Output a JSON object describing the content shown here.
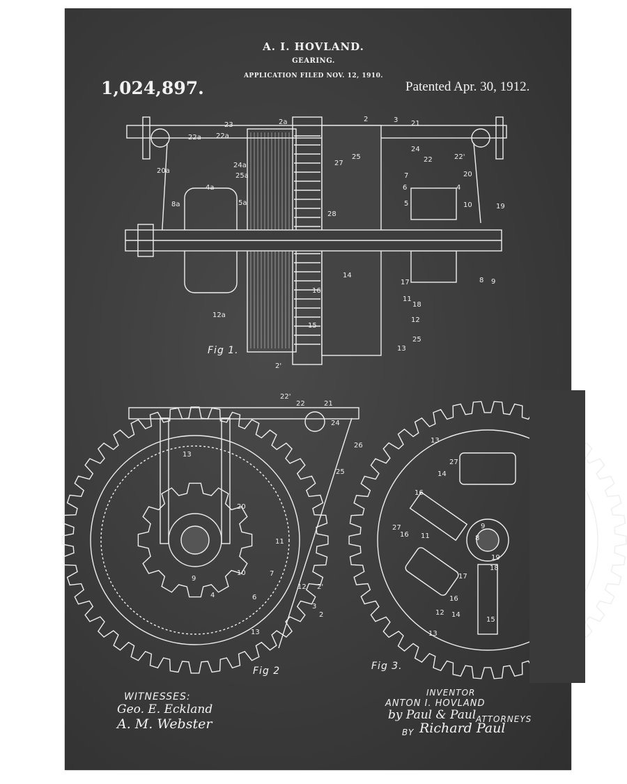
{
  "header": {
    "inventor_name": "A. I. HOVLAND.",
    "title": "GEARING.",
    "application_filed": "APPLICATION FILED NOV. 12, 1910.",
    "patent_number": "1,024,897.",
    "patented_date": "Patented Apr. 30, 1912."
  },
  "figures": {
    "fig1_label": "Fig 1.",
    "fig2_label": "Fig 2",
    "fig3_label": "Fig 3."
  },
  "part_labels": {
    "fig1": [
      "23",
      "2a",
      "2",
      "3",
      "21",
      "22a",
      "22a",
      "24a",
      "25a",
      "24",
      "22",
      "22'",
      "20a",
      "4a",
      "27",
      "25",
      "7",
      "6",
      "4",
      "20",
      "5a",
      "8a",
      "28",
      "5",
      "10",
      "19",
      "12a",
      "14",
      "17",
      "11",
      "16",
      "18",
      "15",
      "12",
      "13",
      "25",
      "2'",
      "8",
      "9"
    ],
    "fig2": [
      "22'",
      "22",
      "21",
      "24",
      "26",
      "13",
      "20",
      "25",
      "11",
      "10",
      "9",
      "4",
      "6",
      "7",
      "12",
      "2'",
      "3",
      "2",
      "13"
    ],
    "fig3": [
      "13",
      "27",
      "14",
      "16",
      "9",
      "8",
      "16",
      "11",
      "19",
      "27",
      "17",
      "18",
      "16",
      "14",
      "12",
      "15",
      "13"
    ]
  },
  "footer": {
    "witnesses_label": "WITNESSES:",
    "witness_signatures": [
      "Geo. E. Eckland",
      "A. M. Webster"
    ],
    "inventor_label": "INVENTOR",
    "inventor_full_name": "ANTON I. HOVLAND",
    "attorney_signature": "by Paul & Paul",
    "attorneys_label": "ATTORNEYS",
    "by_label": "BY",
    "by_signature": "Richard Paul"
  },
  "colors": {
    "board": "#3b3b3b",
    "ink": "#f2f2f2"
  }
}
